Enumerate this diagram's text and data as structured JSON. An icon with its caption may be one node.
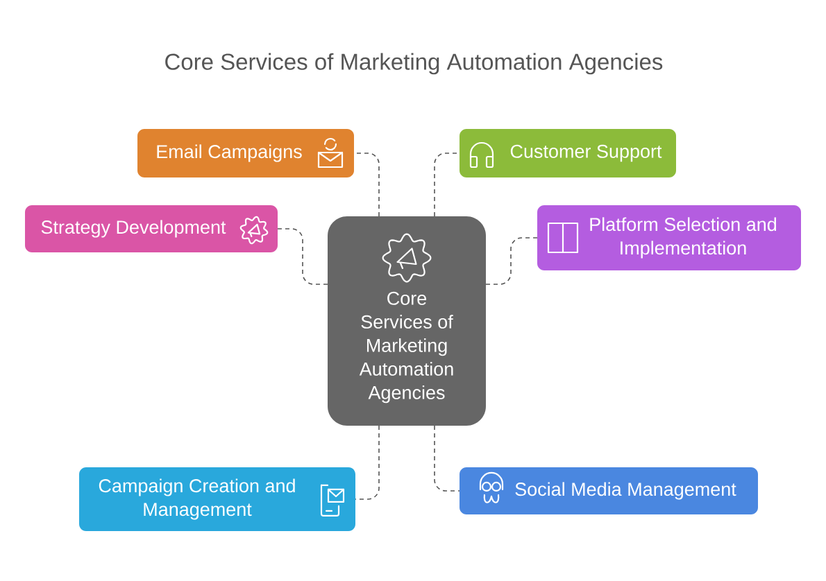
{
  "diagram": {
    "title": "Core Services of Marketing Automation Agencies",
    "nodes": [
      {
        "text": [
          "Core Services of Marketing Automation Agencies"
        ]
      },
      {
        "text": [
          "Email Campaigns"
        ]
      },
      {
        "text": [
          "Customer Support"
        ]
      },
      {
        "text": [
          "Strategy Development"
        ]
      },
      {
        "text": [
          "Platform Selection and Implementation"
        ]
      },
      {
        "text": [
          "Campaign Creation and Management"
        ]
      },
      {
        "text": [
          "Social Media Management"
        ]
      }
    ],
    "edges": [
      {
        "from": 0,
        "to": 1,
        "arrow": "none"
      },
      {
        "from": 0,
        "to": 2,
        "arrow": "none"
      },
      {
        "from": 0,
        "to": 3,
        "arrow": "none"
      },
      {
        "from": 0,
        "to": 4,
        "arrow": "none"
      },
      {
        "from": 0,
        "to": 5,
        "arrow": "none"
      },
      {
        "from": 0,
        "to": 6,
        "arrow": "none"
      }
    ]
  }
}
